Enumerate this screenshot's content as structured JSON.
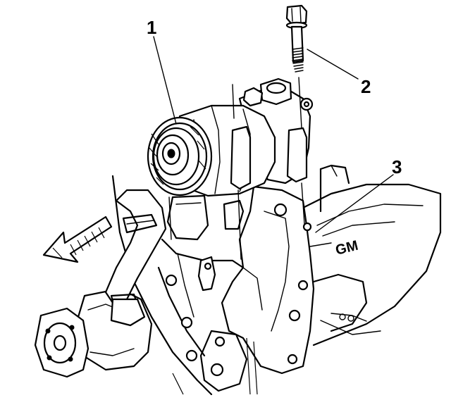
{
  "callouts": [
    {
      "label": "1",
      "part": "compressor-icon"
    },
    {
      "label": "2",
      "part": "bolt-icon"
    },
    {
      "label": "3",
      "part": "bracket-icon"
    }
  ],
  "engine_stamp": "GM",
  "arrow_direction": "front",
  "colors": {
    "line": "#000000",
    "background": "#ffffff"
  }
}
